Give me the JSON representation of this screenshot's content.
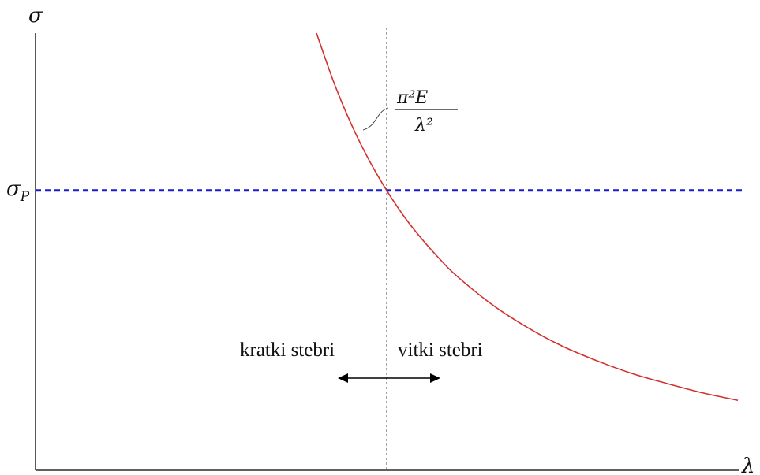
{
  "chart_data": {
    "type": "line",
    "title": "",
    "xlabel": "λ",
    "ylabel": "σ",
    "xlim": [
      0,
      10
    ],
    "ylim": [
      0,
      10
    ],
    "grid": false,
    "reference_lines": {
      "horizontal": {
        "label": "σ",
        "label_subscript": "P",
        "value": 6.4,
        "color": "#1c1ccf",
        "style": "dashed"
      },
      "vertical": {
        "value": 5.0,
        "color": "#333333",
        "style": "dotted"
      }
    },
    "series": [
      {
        "name": "",
        "color": "#d0312d",
        "formula_label": {
          "numerator": "π²E",
          "denominator": "λ²"
        },
        "x": [
          4.0,
          4.25,
          4.5,
          4.75,
          5.0,
          5.25,
          5.5,
          5.75,
          6.0,
          6.5,
          7.0,
          7.5,
          8.0,
          8.5,
          9.0,
          9.5,
          10.0
        ],
        "y": [
          10.0,
          8.86,
          7.9,
          7.09,
          6.4,
          5.8,
          5.29,
          4.84,
          4.44,
          3.79,
          3.27,
          2.84,
          2.5,
          2.21,
          1.98,
          1.77,
          1.6
        ]
      }
    ],
    "annotations": {
      "left_region": "kratki stebri",
      "right_region": "vitki stebri"
    }
  }
}
